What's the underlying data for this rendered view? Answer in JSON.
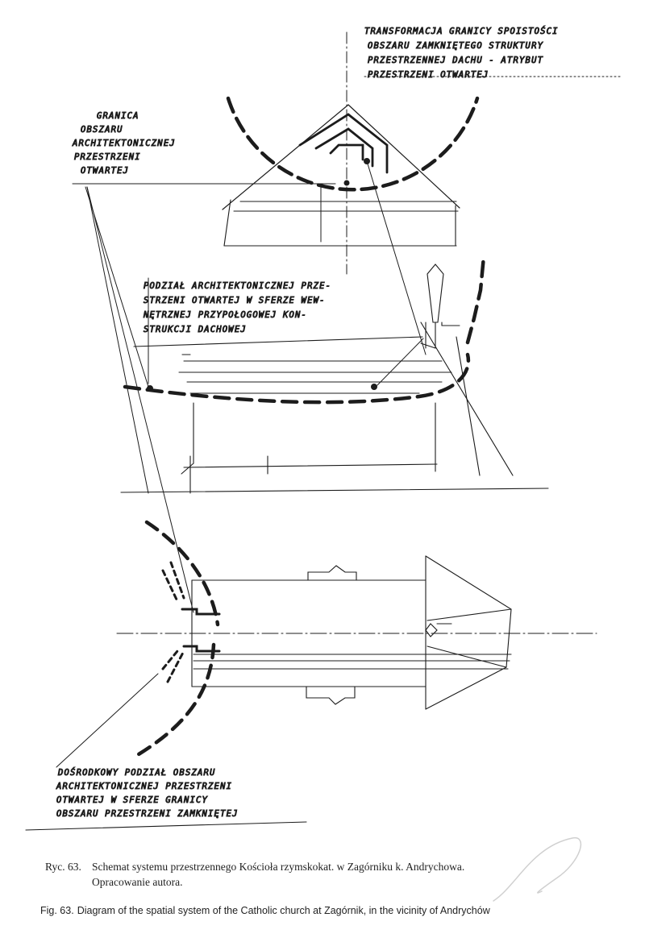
{
  "annotations": {
    "transformation": [
      "TRANSFORMACJA GRANICY SPOISTOŚCI",
      "OBSZARU ZAMKNIĘTEGO STRUKTURY",
      "PRZESTRZENNEJ DACHU - ATRYBUT",
      "PRZESTRZENI OTWARTEJ"
    ],
    "open_boundary": [
      "GRANICA",
      "OBSZARU",
      "ARCHITEKTONICZNEJ",
      "PRZESTRZENI",
      "OTWARTEJ"
    ],
    "division": [
      "PODZIAŁ ARCHITEKTONICZNEJ PRZE-",
      "STRZENI OTWARTEJ W SFERZE WEW-",
      "NĘTRZNEJ PRZYPOŁOGOWEJ KON-",
      "STRUKCJI DACHOWEJ"
    ],
    "centripetal": [
      "DOŚRODKOWY PODZIAŁ OBSZARU",
      "ARCHITEKTONICZNEJ PRZESTRZENI",
      "OTWARTEJ W SFERZE GRANICY",
      "OBSZARU PRZESTRZENI ZAMKNIĘTEJ"
    ]
  },
  "caption": {
    "pl_number": "Ryc. 63.",
    "pl_line1": "Schemat systemu przestrzennego Kościoła rzymskokat. w Zagórniku k. Andrychowa.",
    "pl_line2": "Opracowanie autora.",
    "en_number": "Fig. 63.",
    "en_text": "Diagram of the spatial system of the Catholic church at Zagórnik, in the vicinity of Andrychów"
  },
  "colors": {
    "ink": "#1c1c1c",
    "paper": "#ffffff"
  }
}
